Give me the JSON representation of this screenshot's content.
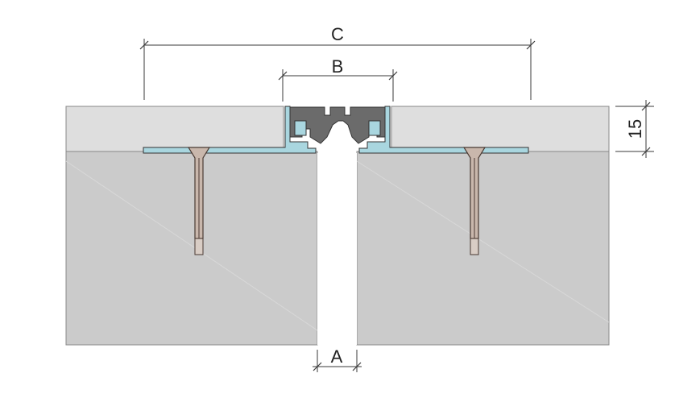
{
  "labels": {
    "C": "C",
    "B": "B",
    "A": "A",
    "height": "15"
  },
  "colors": {
    "concrete": "#cbcbcb",
    "screed": "#dedede",
    "profile": "#a9d6df",
    "insert": "#6b6b6b",
    "anchor": "#c9b7ac",
    "line": "#555555"
  },
  "icons": {
    "anchor": "expansion-anchor-bolt"
  }
}
